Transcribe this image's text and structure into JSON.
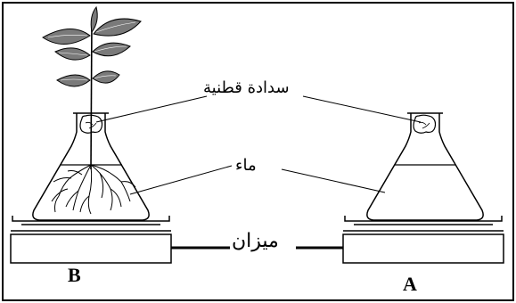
{
  "labels": {
    "stopper": "سدادة قطنية",
    "water": "ماء",
    "scale": "ميزان",
    "setup_b": "B",
    "setup_a": "A"
  },
  "colors": {
    "ink": "#000000",
    "leaf": "#7a7a7a",
    "background": "#ffffff"
  }
}
